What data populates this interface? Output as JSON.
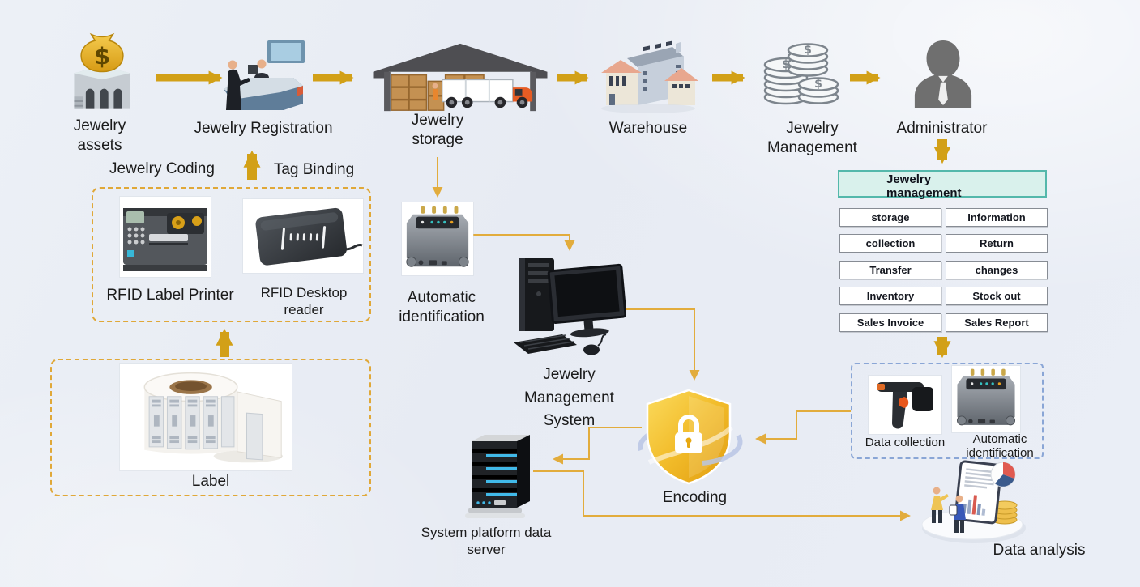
{
  "flow": {
    "assets": "Jewelry\nassets",
    "registration": "Jewelry Registration",
    "storage": "Jewelry\nstorage",
    "warehouse": "Warehouse",
    "management": "Jewelry\nManagement",
    "administrator": "Administrator"
  },
  "coding": {
    "jewelry_coding": "Jewelry Coding",
    "tag_binding": "Tag Binding"
  },
  "printer_box": {
    "printer_label": "RFID Label Printer",
    "reader_label": "RFID Desktop\nreader"
  },
  "label_box": {
    "caption": "Label"
  },
  "midflow": {
    "auto_ident": "Automatic\nidentification",
    "computer": "Jewelry\nManagement\nSystem",
    "server": "System platform data\nserver",
    "encoding": "Encoding"
  },
  "panel": {
    "title": "Jewelry\nmanagement",
    "buttons": [
      [
        "storage",
        "Information"
      ],
      [
        "collection",
        "Return"
      ],
      [
        "Transfer",
        "changes"
      ],
      [
        "Inventory",
        "Stock out"
      ],
      [
        "Sales Invoice",
        "Sales Report"
      ]
    ]
  },
  "device_box": {
    "data_collection": "Data collection",
    "auto_ident": "Automatic\nidentification"
  },
  "analysis": {
    "caption": "Data analysis"
  },
  "colors": {
    "flow_arrow": "#D2A017",
    "connector": "#E2AC3C",
    "dashed_orange": "#E0A838",
    "dashed_blue": "#8AA6D6",
    "panel_header_bg": "#D9F1EC",
    "panel_header_border": "#54B8AB",
    "shield_gold": "#E8A912"
  }
}
